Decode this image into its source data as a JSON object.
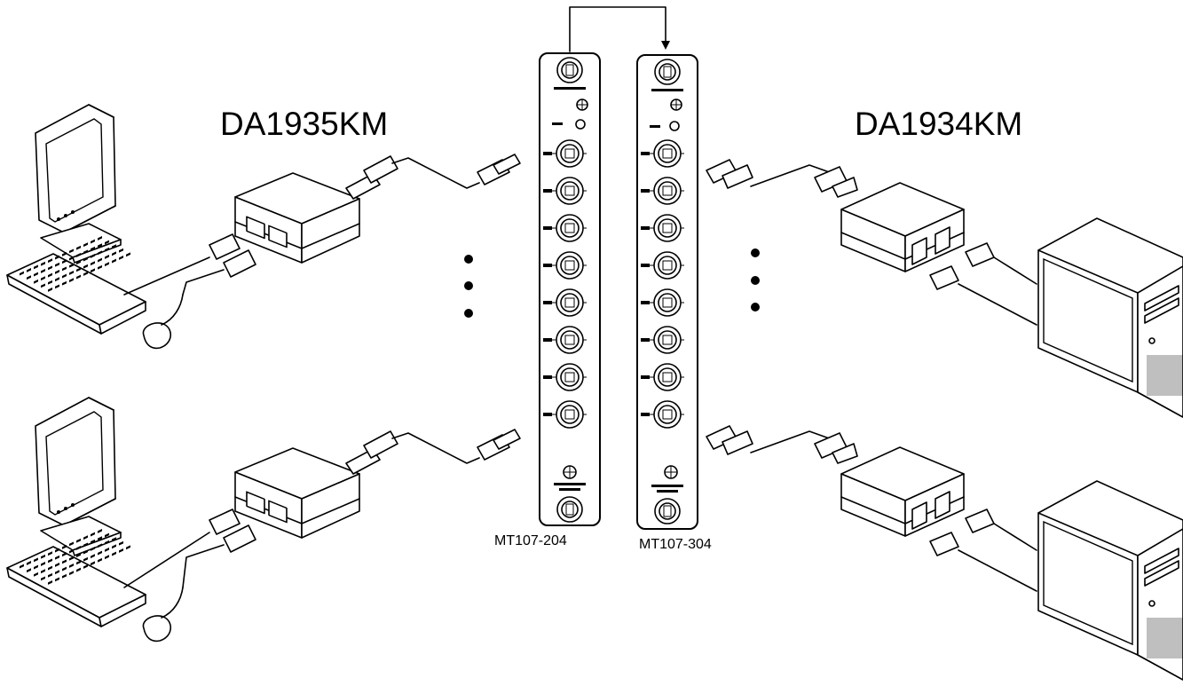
{
  "labels": {
    "left_unit": "DA1935KM",
    "right_unit": "DA1934KM",
    "left_panel": "MT107-204",
    "right_panel": "MT107-304"
  },
  "colors": {
    "line": "#000000",
    "background": "#ffffff"
  }
}
